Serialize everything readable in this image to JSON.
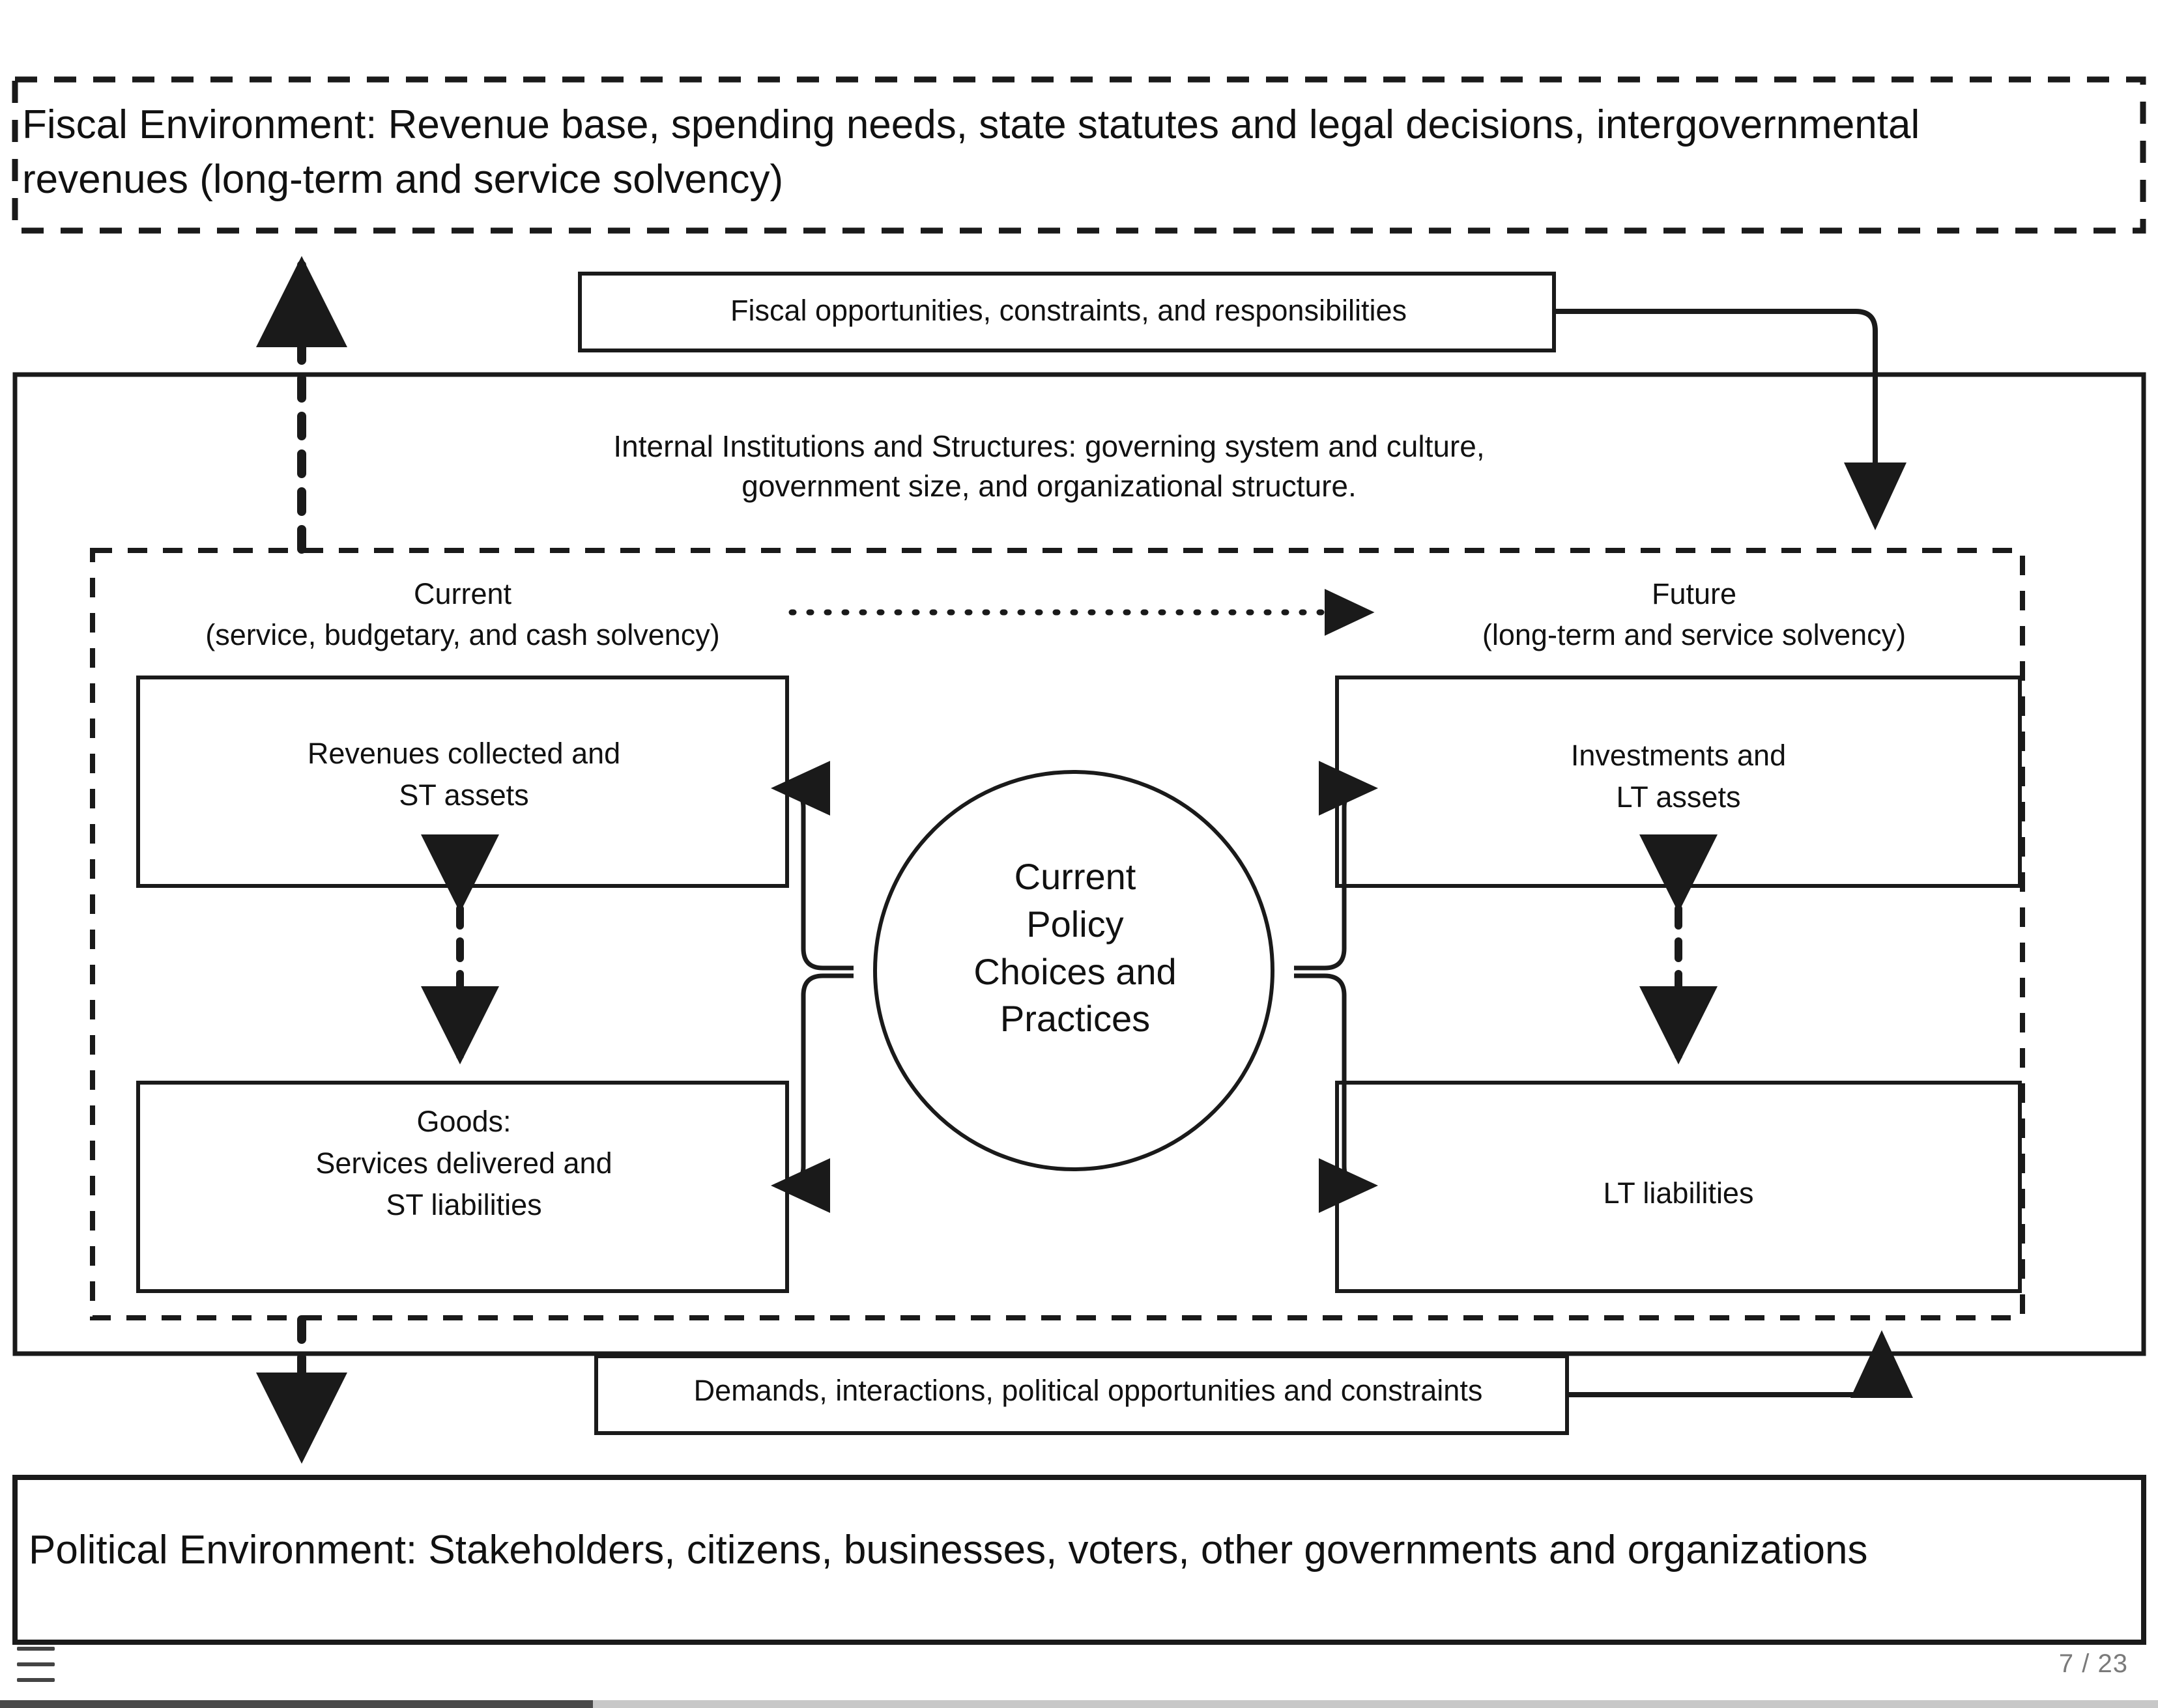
{
  "diagram": {
    "fiscal_environment": "Fiscal Environment: Revenue base, spending needs, state statutes and legal decisions, intergovernmental revenues (long-term and service solvency)",
    "political_environment": "Political Environment: Stakeholders, citizens, businesses, voters, other governments and organizations",
    "fiscal_opportunities": "Fiscal opportunities, constraints, and responsibilities",
    "demands": "Demands, interactions, political opportunities and constraints",
    "internal_institutions": "Internal Institutions and Structures: governing system and culture,\ngovernment size, and organizational structure.",
    "current_heading": "Current\n(service, budgetary, and cash solvency)",
    "future_heading": "Future\n(long-term and service solvency)",
    "center_circle": "Current\nPolicy\nChoices and\nPractices",
    "boxes": [
      {
        "id": "revenues",
        "label": "Revenues collected and\nST assets"
      },
      {
        "id": "goods",
        "label": "Goods:\nServices delivered and\nST liabilities"
      },
      {
        "id": "investments",
        "label": "Investments and\nLT assets"
      },
      {
        "id": "lt-liabilities",
        "label": "LT liabilities"
      }
    ]
  },
  "viewer": {
    "page_counter": "7 / 23",
    "menu_icon": "hamburger-menu-icon"
  },
  "colors": {
    "stroke": "#1a1a1a",
    "text": "#111111",
    "page_counter": "#7a7a7a",
    "scrollbar_track": "#c8c8c8",
    "scrollbar_thumb": "#4a4a4a",
    "background": "#ffffff"
  }
}
